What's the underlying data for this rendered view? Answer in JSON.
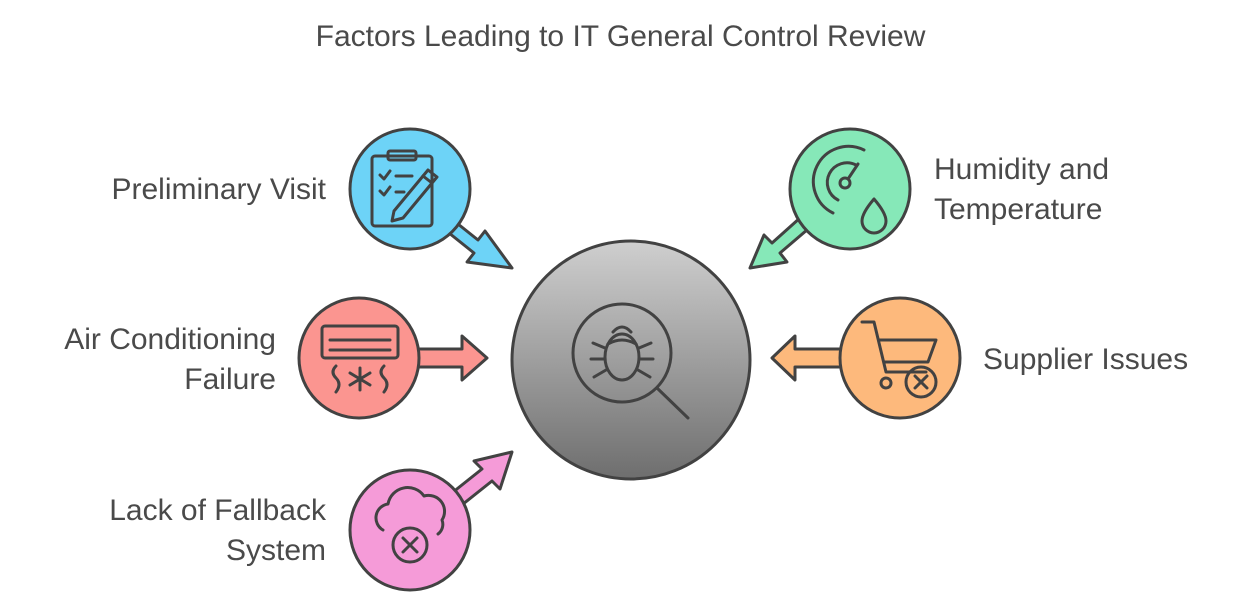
{
  "title": "Factors Leading to IT General Control Review",
  "center": {
    "icon": "bug-magnifier-icon",
    "gradient_top": "#cfcfcf",
    "gradient_bottom": "#6e6e6e"
  },
  "factors": [
    {
      "id": "preliminary-visit",
      "lines": [
        "Preliminary Visit"
      ],
      "icon": "clipboard-pencil-icon",
      "color": "#6dd3f7"
    },
    {
      "id": "humidity-temperature",
      "lines": [
        "Humidity and",
        "Temperature"
      ],
      "icon": "gauge-droplet-icon",
      "color": "#86e8b8"
    },
    {
      "id": "air-conditioning-failure",
      "lines": [
        "Air Conditioning",
        "Failure"
      ],
      "icon": "air-conditioner-icon",
      "color": "#fb9590"
    },
    {
      "id": "supplier-issues",
      "lines": [
        "Supplier Issues"
      ],
      "icon": "cart-x-icon",
      "color": "#fdb97c"
    },
    {
      "id": "lack-of-fallback",
      "lines": [
        "Lack of Fallback",
        "System"
      ],
      "icon": "cloud-x-icon",
      "color": "#f59bd8"
    }
  ],
  "stroke_color": "#424242"
}
